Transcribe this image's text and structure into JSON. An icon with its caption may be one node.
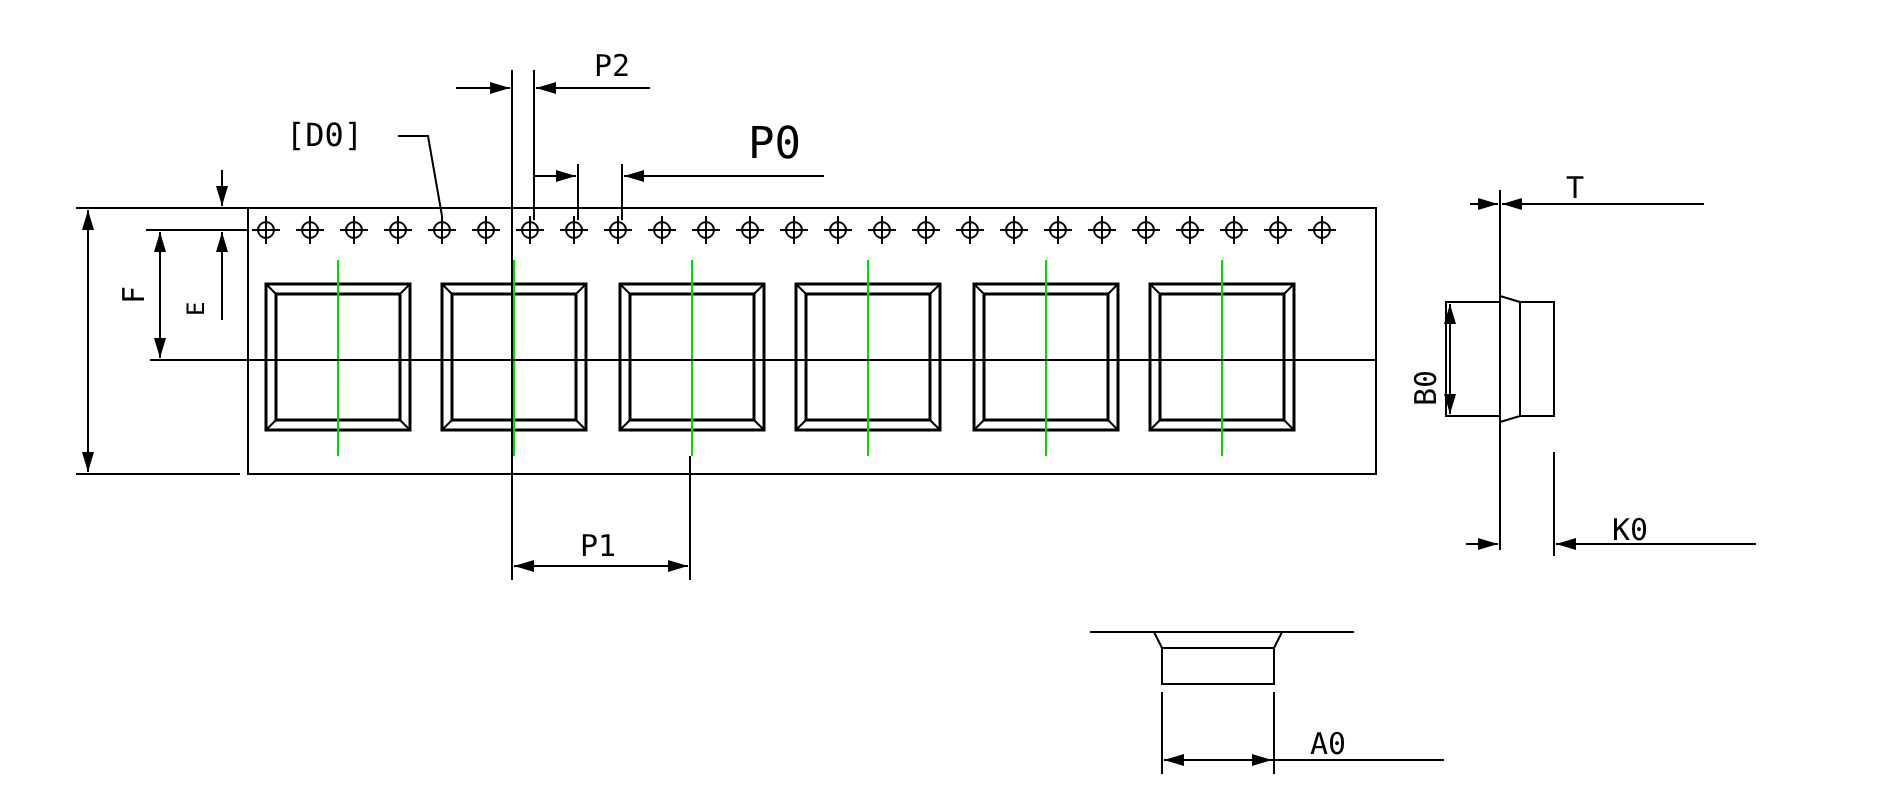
{
  "diagram": {
    "nodes": [
      {
        "text": [
          "[D0]"
        ]
      },
      {
        "text": [],
        "shape": "circle"
      }
    ],
    "edges": [
      {
        "from": 0,
        "to": 1,
        "arrow": "none"
      }
    ],
    "labels": [
      "P2",
      "P0",
      "F",
      "E",
      "P1",
      "T",
      "B0",
      "K0",
      "A0"
    ]
  }
}
